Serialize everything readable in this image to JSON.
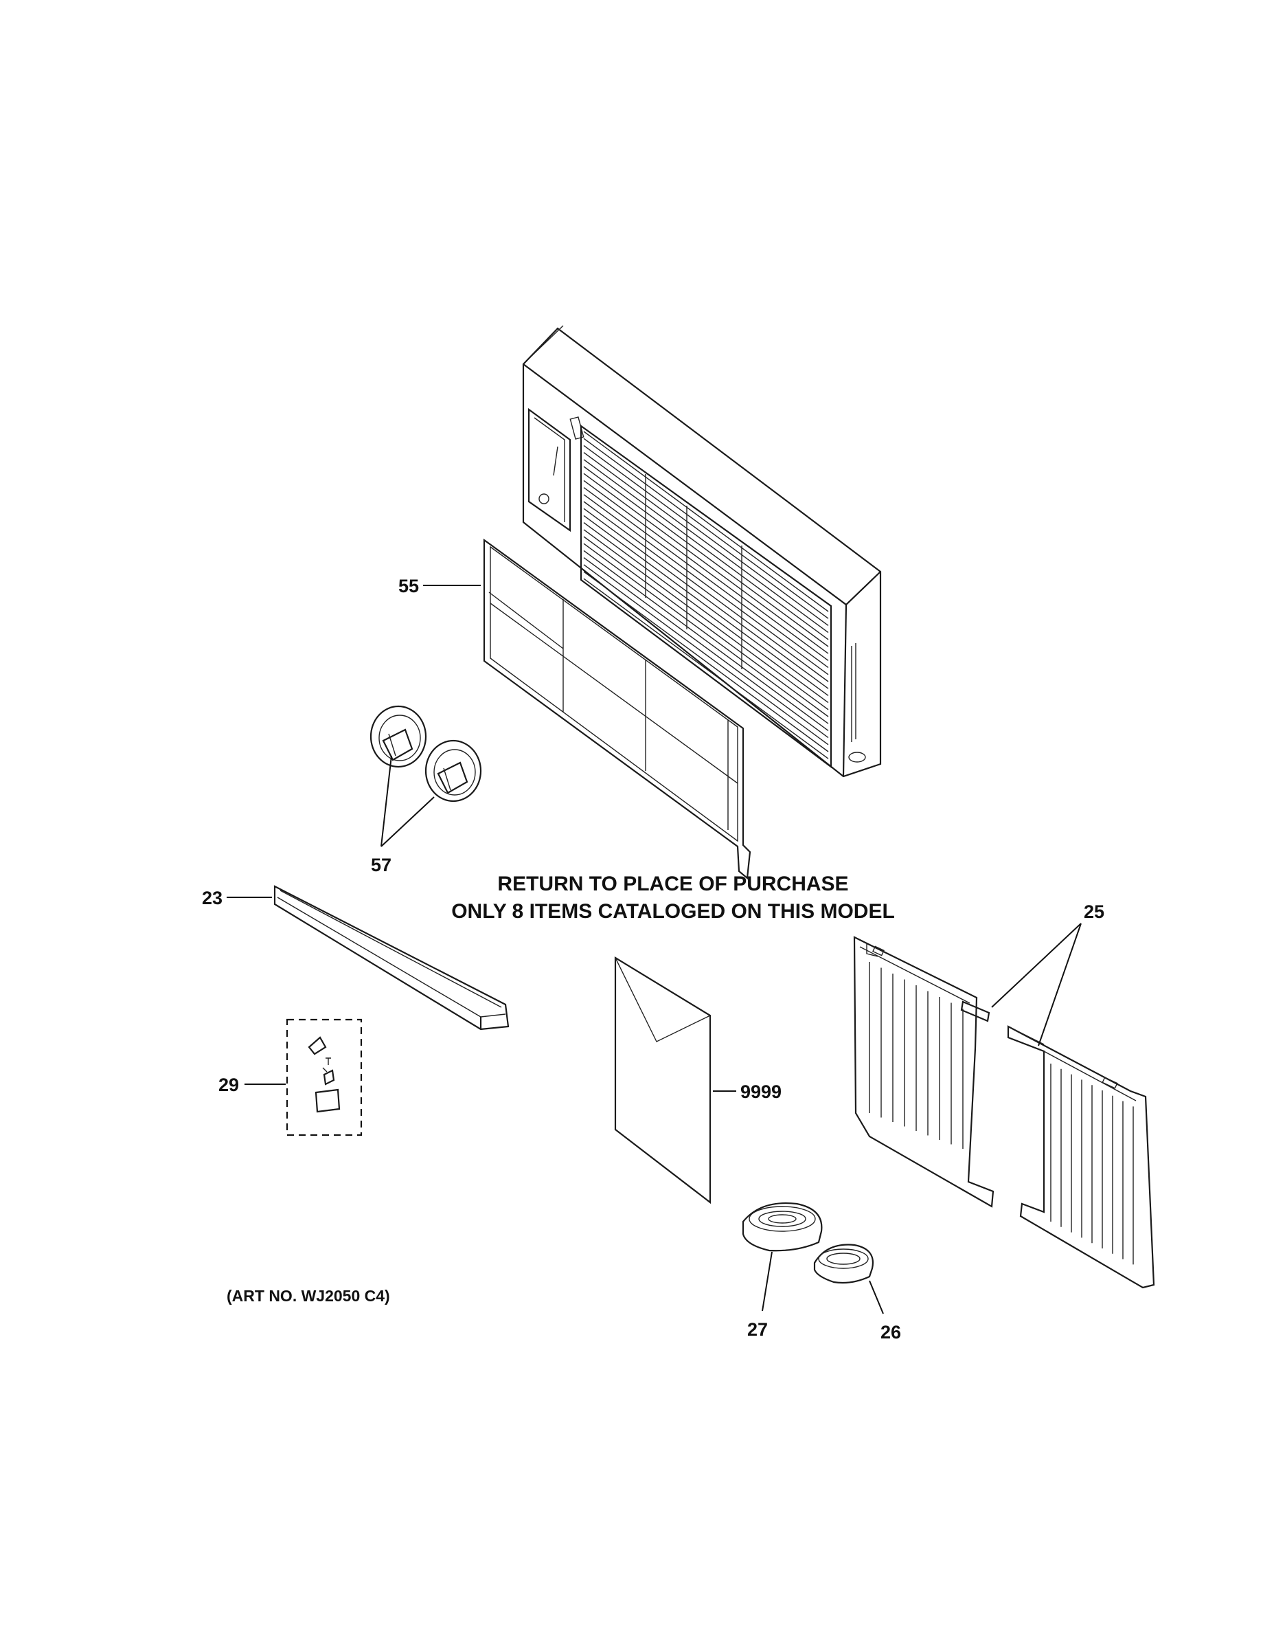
{
  "notice": {
    "line1": "RETURN TO PLACE OF PURCHASE",
    "line2": "ONLY 8 ITEMS CATALOGED ON THIS MODEL"
  },
  "art_number": "(ART NO. WJ2050 C4)",
  "callouts": [
    {
      "id": "55",
      "part": "air-filter"
    },
    {
      "id": "57",
      "part": "control-knobs"
    },
    {
      "id": "23",
      "part": "channel-rail"
    },
    {
      "id": "29",
      "part": "hardware-kit"
    },
    {
      "id": "9999",
      "part": "literature-envelope"
    },
    {
      "id": "25",
      "part": "side-curtains"
    },
    {
      "id": "27",
      "part": "foam-seal"
    },
    {
      "id": "26",
      "part": "foam-seal-small"
    }
  ]
}
